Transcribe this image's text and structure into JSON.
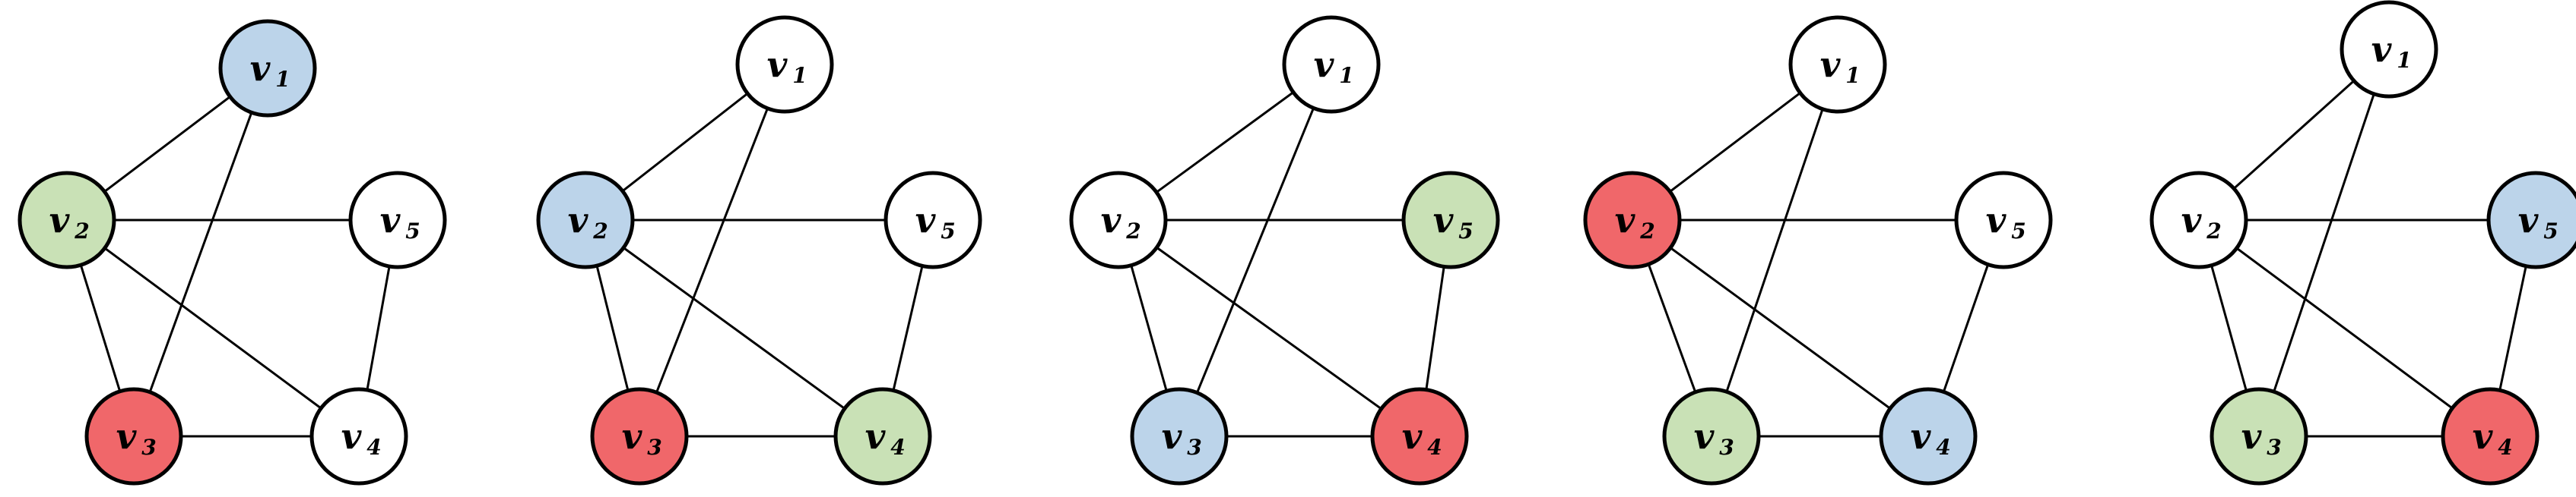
{
  "colors": {
    "blue": "#bcd4ea",
    "green": "#c9e1b6",
    "red": "#f0676a",
    "white": "#ffffff",
    "stroke": "#000000"
  },
  "edges": [
    [
      "1",
      "2"
    ],
    [
      "1",
      "3"
    ],
    [
      "2",
      "5"
    ],
    [
      "2",
      "3"
    ],
    [
      "2",
      "4"
    ],
    [
      "3",
      "4"
    ],
    [
      "4",
      "5"
    ]
  ],
  "graphs": [
    {
      "nodes": [
        {
          "id": "1",
          "letter": "v",
          "sub": "1",
          "color": "blue"
        },
        {
          "id": "2",
          "letter": "v",
          "sub": "2",
          "color": "green"
        },
        {
          "id": "3",
          "letter": "v",
          "sub": "3",
          "color": "red"
        },
        {
          "id": "4",
          "letter": "v",
          "sub": "4",
          "color": "white"
        },
        {
          "id": "5",
          "letter": "v",
          "sub": "5",
          "color": "white"
        }
      ]
    },
    {
      "nodes": [
        {
          "id": "1",
          "letter": "v",
          "sub": "1",
          "color": "white"
        },
        {
          "id": "2",
          "letter": "v",
          "sub": "2",
          "color": "blue"
        },
        {
          "id": "3",
          "letter": "v",
          "sub": "3",
          "color": "red"
        },
        {
          "id": "4",
          "letter": "v",
          "sub": "4",
          "color": "green"
        },
        {
          "id": "5",
          "letter": "v",
          "sub": "5",
          "color": "white"
        }
      ]
    },
    {
      "nodes": [
        {
          "id": "1",
          "letter": "v",
          "sub": "1",
          "color": "white"
        },
        {
          "id": "2",
          "letter": "v",
          "sub": "2",
          "color": "white"
        },
        {
          "id": "3",
          "letter": "v",
          "sub": "3",
          "color": "blue"
        },
        {
          "id": "4",
          "letter": "v",
          "sub": "4",
          "color": "red"
        },
        {
          "id": "5",
          "letter": "v",
          "sub": "5",
          "color": "green"
        }
      ]
    },
    {
      "nodes": [
        {
          "id": "1",
          "letter": "v",
          "sub": "1",
          "color": "white"
        },
        {
          "id": "2",
          "letter": "v",
          "sub": "2",
          "color": "red"
        },
        {
          "id": "3",
          "letter": "v",
          "sub": "3",
          "color": "green"
        },
        {
          "id": "4",
          "letter": "v",
          "sub": "4",
          "color": "blue"
        },
        {
          "id": "5",
          "letter": "v",
          "sub": "5",
          "color": "white"
        }
      ]
    },
    {
      "nodes": [
        {
          "id": "1",
          "letter": "v",
          "sub": "1",
          "color": "white"
        },
        {
          "id": "2",
          "letter": "v",
          "sub": "2",
          "color": "white"
        },
        {
          "id": "3",
          "letter": "v",
          "sub": "3",
          "color": "green"
        },
        {
          "id": "4",
          "letter": "v",
          "sub": "4",
          "color": "red"
        },
        {
          "id": "5",
          "letter": "v",
          "sub": "5",
          "color": "blue"
        }
      ]
    }
  ]
}
